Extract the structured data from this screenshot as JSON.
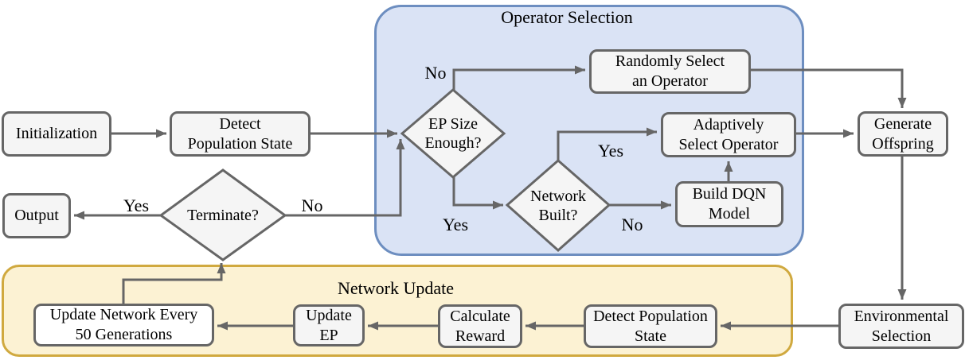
{
  "colors": {
    "box_fill": "#f5f5f5",
    "box_border": "#666666",
    "arrow": "#666666",
    "text": "#000000",
    "white_fill": "#ffffff",
    "operator_selection_fill": "#dae3f5",
    "operator_selection_border": "#6d8ec0",
    "network_update_fill": "#fcf2d3",
    "network_update_border": "#d0a93f"
  },
  "groups": {
    "operator_selection": {
      "title": "Operator Selection"
    },
    "network_update": {
      "title": "Network Update"
    }
  },
  "nodes": {
    "initialization": {
      "line1": "Initialization"
    },
    "detect_population_state": {
      "line1": "Detect",
      "line2": "Population State"
    },
    "output": {
      "line1": "Output"
    },
    "terminate": {
      "line1": "Terminate?"
    },
    "ep_size": {
      "line1": "EP Size",
      "line2": "Enough?"
    },
    "randomly_select": {
      "line1": "Randomly Select",
      "line2": "an Operator"
    },
    "network_built": {
      "line1": "Network",
      "line2": "Built?"
    },
    "adaptively_select": {
      "line1": "Adaptively",
      "line2": "Select Operator"
    },
    "build_dqn": {
      "line1": "Build DQN",
      "line2": "Model"
    },
    "generate_offspring": {
      "line1": "Generate",
      "line2": "Offspring"
    },
    "environmental_selection": {
      "line1": "Environmental",
      "line2": "Selection"
    },
    "detect_population_state_2": {
      "line1": "Detect Population",
      "line2": "State"
    },
    "calculate_reward": {
      "line1": "Calculate",
      "line2": "Reward"
    },
    "update_ep": {
      "line1": "Update",
      "line2": "EP"
    },
    "update_network": {
      "line1": "Update Network Every",
      "line2": "50 Generations"
    }
  },
  "edge_labels": {
    "ep_no": "No",
    "ep_yes": "Yes",
    "network_built_yes": "Yes",
    "network_built_no": "No",
    "terminate_yes": "Yes",
    "terminate_no": "No"
  }
}
